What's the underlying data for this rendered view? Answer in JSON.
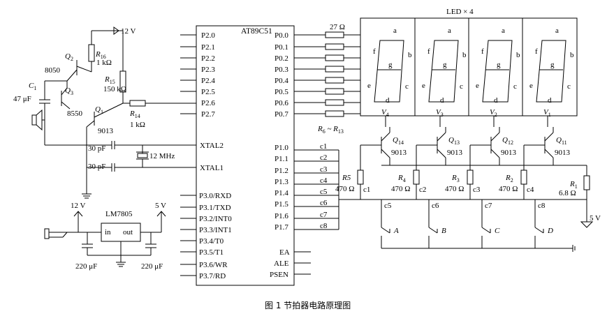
{
  "supply": {
    "v12_top": "12 V",
    "v12_reg": "12 V",
    "v5_reg": "5 V",
    "v5_right": "5 V"
  },
  "mcu": {
    "name": "AT89C51",
    "left_pins": [
      "P2.0",
      "P2.1",
      "P2.2",
      "P2.3",
      "P2.4",
      "P2.5",
      "P2.6",
      "P2.7"
    ],
    "xtal": [
      "XTAL2",
      "XTAL1"
    ],
    "p3": [
      "P3.0/RXD",
      "P3.1/TXD",
      "P3.2/INT0",
      "P3.3/INT1",
      "P3.4/T0",
      "P3.5/T1",
      "P3.6/WR",
      "P3.7/RD"
    ],
    "p0": [
      "P0.0",
      "P0.1",
      "P0.2",
      "P0.3",
      "P0.4",
      "P0.5",
      "P0.6",
      "P0.7"
    ],
    "p1": [
      "P1.0",
      "P1.1",
      "P1.2",
      "P1.3",
      "P1.4",
      "P1.5",
      "P1.6",
      "P1.7"
    ],
    "ctrl": [
      "EA",
      "ALE",
      "PSEN"
    ]
  },
  "buzzer_stage": {
    "q2": "Q",
    "q2_sub": "2",
    "q2_type": "8050",
    "q3": "Q",
    "q3_sub": "3",
    "q3_type": "8550",
    "q1": "Q",
    "q1_sub": "1",
    "q1_type": "9013",
    "r16": "R",
    "r16_sub": "16",
    "r16_val": "1 kΩ",
    "r15": "R",
    "r15_sub": "15",
    "r15_val": "150 kΩ",
    "r14": "R",
    "r14_sub": "14",
    "r14_val": "1 kΩ",
    "c1": "C",
    "c1_sub": "1",
    "c1_val": "47 μF"
  },
  "crystal": {
    "c_top": "30 pF",
    "c_bot": "30 pF",
    "freq": "12 MHz"
  },
  "regulator": {
    "name": "LM7805",
    "in": "in",
    "out": "out",
    "c_left": "220 μF",
    "c_right": "220 μF"
  },
  "segment_res": {
    "value": "27 Ω",
    "label": "R",
    "sub": "6",
    "sep": " ~ R",
    "sub2": "13"
  },
  "display": {
    "title": "LED × 4",
    "segments": [
      "a",
      "b",
      "c",
      "d",
      "e",
      "f",
      "g"
    ],
    "digit_labels": [
      {
        "main": "V",
        "sub": "4"
      },
      {
        "main": "V",
        "sub": "3"
      },
      {
        "main": "V",
        "sub": "2"
      },
      {
        "main": "V",
        "sub": "1"
      }
    ]
  },
  "drivers": [
    {
      "main": "Q",
      "sub": "14",
      "type": "9013"
    },
    {
      "main": "Q",
      "sub": "13",
      "type": "9013"
    },
    {
      "main": "Q",
      "sub": "12",
      "type": "9013"
    },
    {
      "main": "Q",
      "sub": "11",
      "type": "9013"
    }
  ],
  "base_res": [
    {
      "main": "R5",
      "sub": "",
      "val": "470 Ω"
    },
    {
      "main": "R",
      "sub": "4",
      "val": "470 Ω"
    },
    {
      "main": "R",
      "sub": "3",
      "val": "470 Ω"
    },
    {
      "main": "R",
      "sub": "2",
      "val": "470 Ω"
    }
  ],
  "r1": {
    "main": "R",
    "sub": "1",
    "val": "6.8 Ω"
  },
  "nets": [
    "c1",
    "c2",
    "c3",
    "c4",
    "c5",
    "c6",
    "c7",
    "c8"
  ],
  "keys": [
    "A",
    "B",
    "C",
    "D"
  ],
  "caption": "图 1  节拍器电路原理图"
}
